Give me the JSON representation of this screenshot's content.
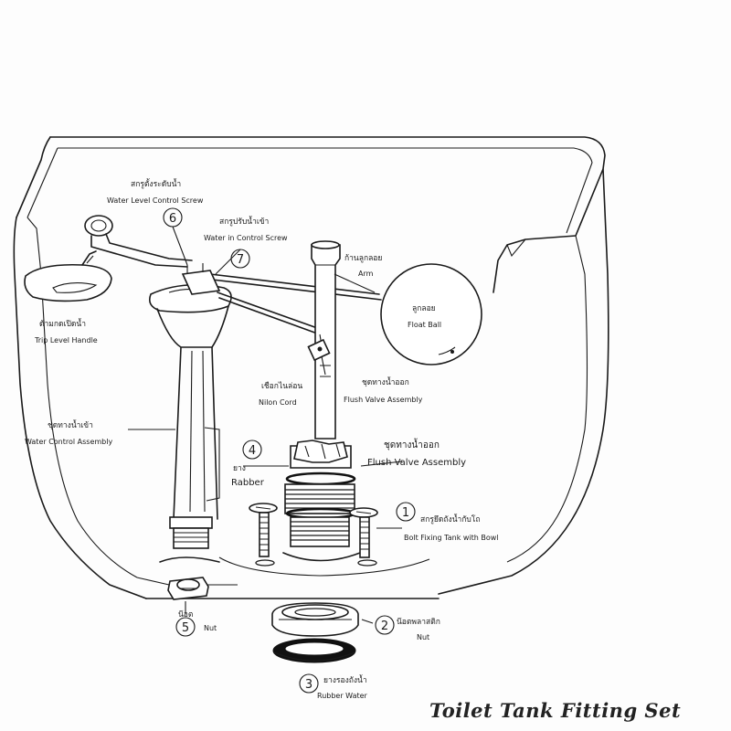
{
  "title": "Toilet Tank Fitting Set",
  "parts": {
    "water_level_control_screw": {
      "number": "6",
      "thai": "สกรูตั้งระดับน้ำ",
      "english": "Water Level Control Screw"
    },
    "water_in_control_screw": {
      "number": "7",
      "thai": "สกรูปรับน้ำเข้า",
      "english": "Water in Control Screw"
    },
    "arm": {
      "thai": "ก้านลูกลอย",
      "english": "Arm"
    },
    "float_ball": {
      "thai": "ลูกลอย",
      "english": "Float Ball"
    },
    "trip_level_handle": {
      "thai": "ด้ามกดเปิดน้ำ",
      "english": "Trip Level Handle"
    },
    "nilon_cord": {
      "thai": "เชือกไนล่อน",
      "english": "Nilon Cord"
    },
    "flush_valve_upper": {
      "thai": "ชุดทางน้ำออก",
      "english": "Flush Valve Assembly"
    },
    "water_control_assembly": {
      "thai": "ชุดทางน้ำเข้า",
      "english": "Water Control Assembly"
    },
    "rubber": {
      "number": "4",
      "thai": "ยาง",
      "english": "Rabber"
    },
    "flush_valve_lower": {
      "thai": "ชุดทางน้ำออก",
      "english": "Flush Valve Assembly"
    },
    "bolt": {
      "number": "1",
      "thai": "สกรูยึดถังน้ำกับโถ",
      "english": "Bolt Fixing Tank with Bowl"
    },
    "nut_small": {
      "number": "5",
      "thai": "น๊อต",
      "english": "Nut"
    },
    "nut_large": {
      "number": "2",
      "thai": "น๊อตพลาสติก",
      "english": "Nut"
    },
    "rubber_washer": {
      "number": "3",
      "thai": "ยางรองถังน้ำ",
      "english": "Rubber Water"
    }
  }
}
